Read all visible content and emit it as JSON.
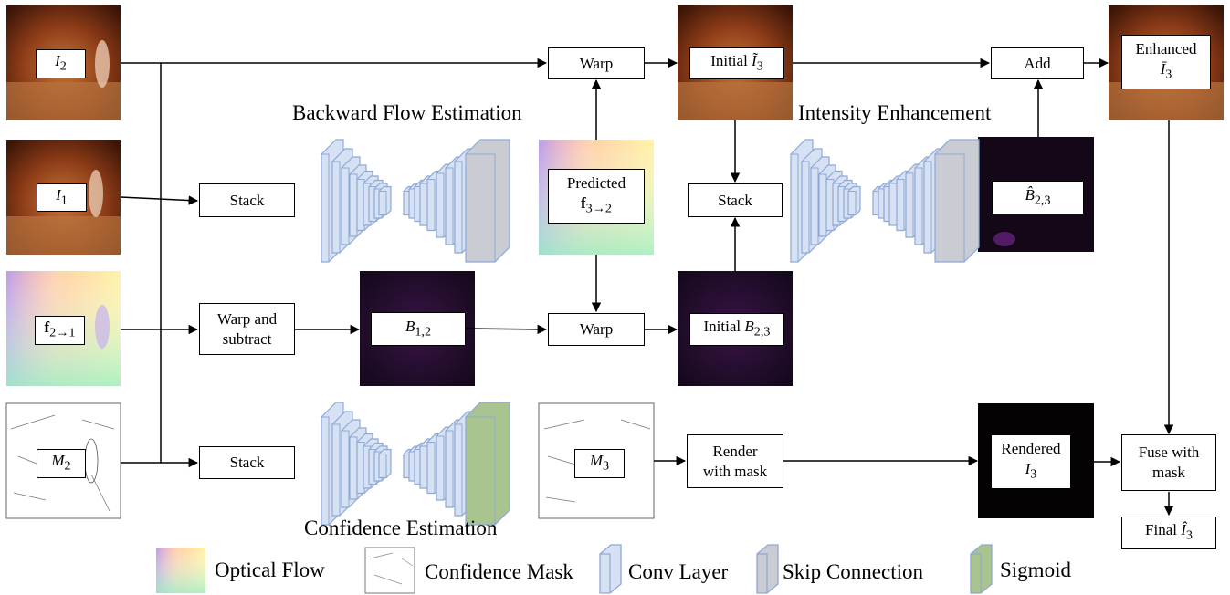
{
  "sections": {
    "flow": "Backward Flow Estimation",
    "intensity": "Intensity Enhancement",
    "confidence": "Confidence Estimation"
  },
  "inputs": {
    "i2": {
      "sym": "I",
      "sub": "2"
    },
    "i1": {
      "sym": "I",
      "sub": "1"
    },
    "flow_in": {
      "bold": "f",
      "sub": "2→1"
    },
    "m2": {
      "sym": "M",
      "sub": "2"
    }
  },
  "ops": {
    "stack_top": "Stack",
    "warp_subtract_1": "Warp and",
    "warp_subtract_2": "subtract",
    "stack_bottom": "Stack",
    "warp_top": "Warp",
    "warp_mid": "Warp",
    "stack_mid": "Stack",
    "add": "Add",
    "render_1": "Render",
    "render_2": "with mask",
    "fuse_1": "Fuse with",
    "fuse_2": "mask"
  },
  "predicted": {
    "line1": "Predicted",
    "bold": "f",
    "sub": "3→2"
  },
  "b12": {
    "sym": "B",
    "sub": "1,2"
  },
  "initial_i3": {
    "prefix": "Initial",
    "sym": "Ĩ",
    "sub": "3"
  },
  "initial_b23": {
    "prefix": "Initial",
    "sym": "B",
    "sub": "2,3"
  },
  "b23_hat": {
    "sym": "B̂",
    "sub": "2,3"
  },
  "m3": {
    "sym": "M",
    "sub": "3"
  },
  "enhanced": {
    "line1": "Enhanced",
    "sym": "Ī",
    "sub": "3"
  },
  "rendered": {
    "line1": "Rendered",
    "sym": "I",
    "sub": "3"
  },
  "final": {
    "prefix": "Final",
    "sym": "Î",
    "sub": "3"
  },
  "legend": {
    "optical_flow": "Optical Flow",
    "confidence_mask": "Confidence Mask",
    "conv_layer": "Conv Layer",
    "skip_connection": "Skip Connection",
    "sigmoid": "Sigmoid"
  },
  "colors": {
    "conv_fill": "#d6e2f4",
    "conv_stroke": "#8fa8d4",
    "skip_fill": "#c9ccd2",
    "sigmoid_fill": "#a9c48e",
    "dark_map": "#1a0c22",
    "photo_bg": "#6a2a12"
  }
}
